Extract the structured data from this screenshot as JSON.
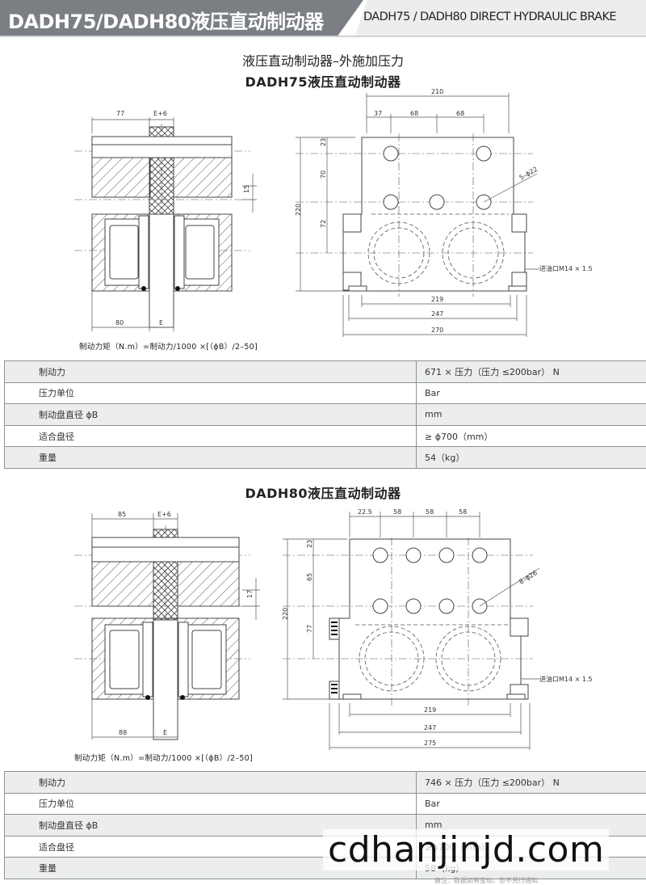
{
  "header": {
    "title_cn": "DADH75/DADH80液压直动制动器",
    "title_en": "DADH75 / DADH80 DIRECT HYDRAULIC BRAKE"
  },
  "page_subtitle": "液压直动制动器–外施加压力",
  "dadh75": {
    "title": "DADH75液压直动制动器",
    "side_view": {
      "dim_77": "77",
      "dim_e6": "E+6",
      "dim_15": "15",
      "dim_80": "80",
      "dim_e": "E"
    },
    "front_view": {
      "dim_210": "210",
      "dim_37": "37",
      "dim_68a": "68",
      "dim_68b": "68",
      "dim_23": "23",
      "dim_70": "70",
      "dim_72": "72",
      "dim_220": "220",
      "holes": "5–ϕ22",
      "oil_inlet": "进油口M14 × 1.5",
      "dim_219": "219",
      "dim_247": "247",
      "dim_270": "270"
    },
    "formula": "制动力矩（N.m）=制动力/1000 ×[（ϕB）/2–50]",
    "specs": [
      {
        "label": "制动力",
        "value": "671 × 压力（压力 ≤200bar）  N"
      },
      {
        "label": "压力单位",
        "value": "Bar"
      },
      {
        "label": "制动盘直径 ϕB",
        "value": "mm"
      },
      {
        "label": "适合盘径",
        "value": "≥ ϕ700（mm）"
      },
      {
        "label": "重量",
        "value": "54（kg）"
      }
    ]
  },
  "dadh80": {
    "title": "DADH80液压直动制动器",
    "side_view": {
      "dim_85": "85",
      "dim_e6": "E+6",
      "dim_17": "17",
      "dim_88": "88",
      "dim_e": "E"
    },
    "front_view": {
      "dim_22_5": "22.5",
      "dim_58a": "58",
      "dim_58b": "58",
      "dim_58c": "58",
      "dim_23": "23",
      "dim_65": "65",
      "dim_77": "77",
      "dim_220": "220",
      "holes": "8–ϕ26",
      "oil_inlet": "进油口M14 × 1.5",
      "dim_219": "219",
      "dim_247": "247",
      "dim_275": "275"
    },
    "formula": "制动力矩（N.m）=制动力/1000 ×[（ϕB）/2–50]",
    "specs": [
      {
        "label": "制动力",
        "value": "746 × 压力（压力 ≤200bar）  N"
      },
      {
        "label": "压力单位",
        "value": "Bar"
      },
      {
        "label": "制动盘直径 ϕB",
        "value": "mm"
      },
      {
        "label": "适合盘径",
        "value": "≥ϕ700（mm）"
      },
      {
        "label": "重量",
        "value": "58（kg）"
      }
    ]
  },
  "watermark": "cdhanjinjd.com",
  "footnote": "备注：数据如有变动，恕不另行通知"
}
